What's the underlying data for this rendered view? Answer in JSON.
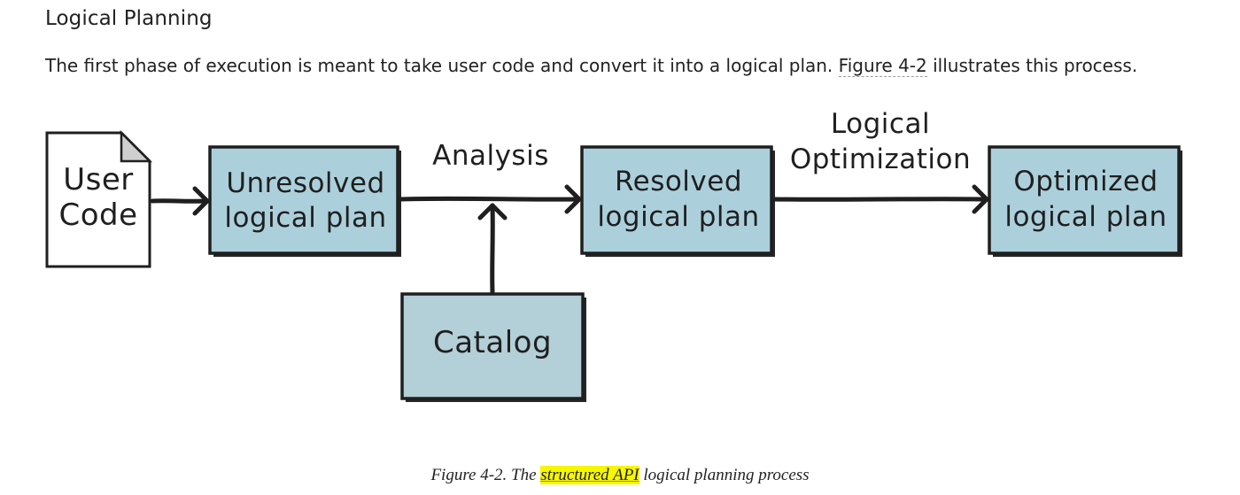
{
  "section": {
    "heading": "Logical Planning"
  },
  "paragraph": {
    "text_before": "The first phase of execution is meant to take user code and convert it into a logical plan. ",
    "link_text": "Figure 4-2",
    "text_after": " illustrates this process."
  },
  "figure": {
    "nodes": {
      "user_code": [
        "User",
        "Code"
      ],
      "unresolved": [
        "Unresolved",
        "logical plan"
      ],
      "resolved": [
        "Resolved",
        "logical plan"
      ],
      "optimized": [
        "Optimized",
        "logical plan"
      ],
      "catalog": "Catalog"
    },
    "edge_labels": {
      "analysis": "Analysis",
      "logical_optimization": [
        "Logical",
        "Optimization"
      ]
    },
    "colors": {
      "box_fill": "#acd0db",
      "catalog_fill": "#b3cfd7",
      "ink": "#1f1f1f",
      "doc_fill": "#ffffff",
      "doc_fold": "#cfcfcf"
    }
  },
  "caption": {
    "prefix": "Figure 4-2. The ",
    "highlight": "structured API",
    "suffix": " logical planning process",
    "highlight_color": "#f6f600"
  }
}
